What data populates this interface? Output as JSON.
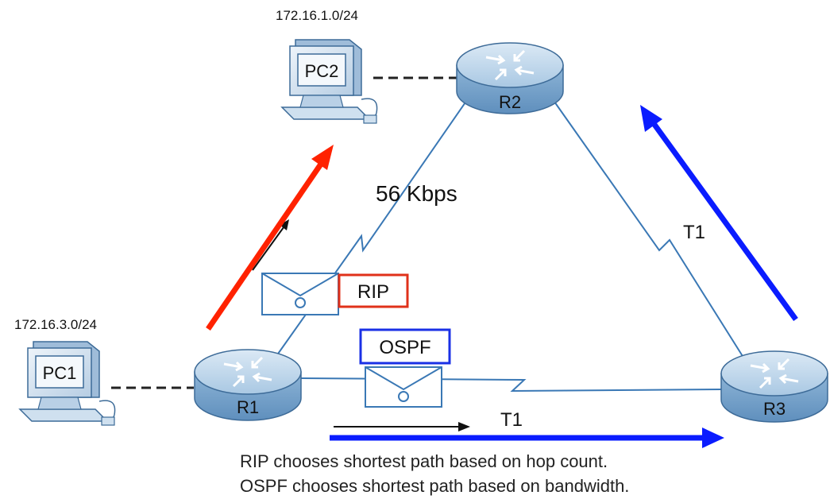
{
  "networks": {
    "pc2_network": "172.16.1.0/24",
    "pc1_network": "172.16.3.0/24"
  },
  "devices": {
    "pc1": "PC1",
    "pc2": "PC2",
    "r1": "R1",
    "r2": "R2",
    "r3": "R3"
  },
  "links": {
    "r1_r2_speed": "56 Kbps",
    "r2_r3_speed": "T1",
    "r1_r3_speed": "T1"
  },
  "protocols": {
    "rip": "RIP",
    "ospf": "OSPF"
  },
  "caption": {
    "line1": "RIP chooses shortest path based on hop count.",
    "line2": "OSPF chooses shortest path based on bandwidth."
  },
  "colors": {
    "rip_path": "#ff2200",
    "ospf_path": "#0a1cff",
    "link": "#3a78b5",
    "router_body": "#8fb6d8"
  }
}
